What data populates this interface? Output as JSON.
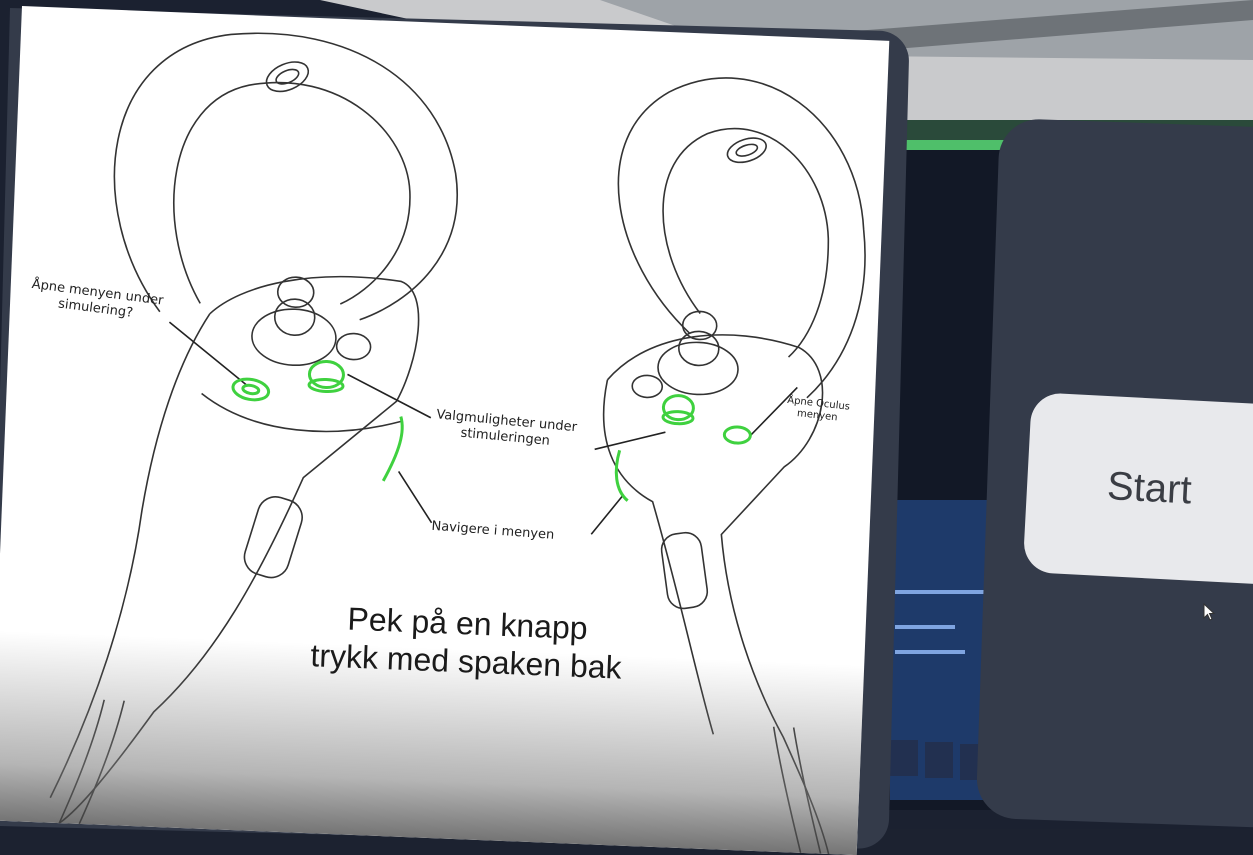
{
  "instruction_card": {
    "labels": {
      "open_menu_under_simulation": "Åpne menyen under\nsimulering?",
      "open_oculus_menu": "Åpne Oculus\nmenyen",
      "options_during_stimulation": "Valgmuligheter under\nstimuleringen",
      "navigate_menu": "Navigere i menyen"
    },
    "instruction_line_1": "Pek på en knapp",
    "instruction_line_2": "trykk med spaken bak",
    "highlight_color": "#3fd13f"
  },
  "start_panel": {
    "start_label": "Start"
  },
  "colors": {
    "panel": "#343b4a",
    "button": "#e8e9ec"
  }
}
